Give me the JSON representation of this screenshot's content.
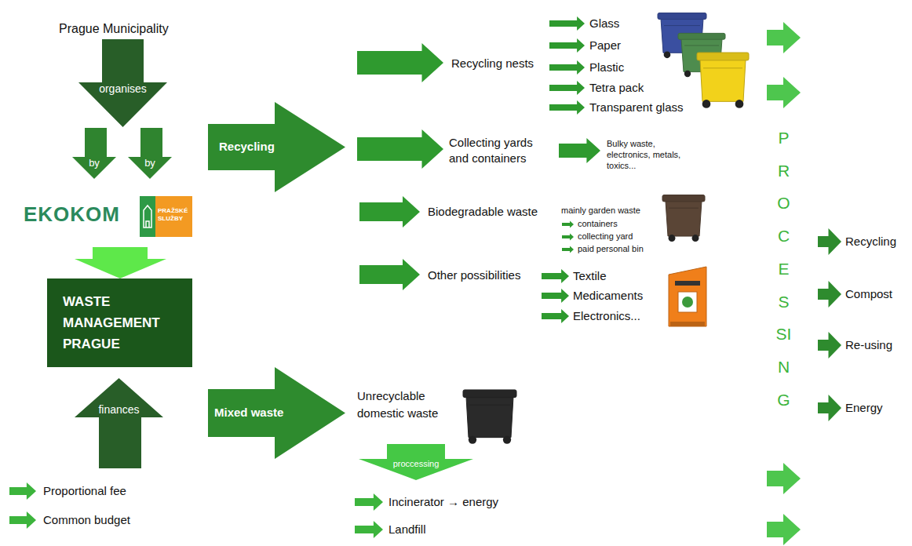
{
  "diagram": {
    "nodes": [
      {
        "text": [
          "organises"
        ]
      },
      {
        "text": [
          "by"
        ]
      },
      {
        "text": [
          "by"
        ]
      },
      {
        "text": [
          "PRAŽSKÉ SLUŽBY"
        ]
      },
      {
        "text": [
          "WASTE MANAGEMENT PRAGUE"
        ]
      },
      {
        "text": [
          "finances"
        ]
      },
      {
        "text": [
          "Recycling"
        ]
      },
      {
        "text": [
          "Mixed waste"
        ]
      },
      {
        "text": [
          "proccessing"
        ]
      }
    ],
    "labels": [
      "Prague Municipality",
      "EKOKOM",
      "Proportional fee",
      "Common budget",
      "Recycling nests",
      "Glass",
      "Paper",
      "Plastic",
      "Tetra pack",
      "Transparent glass",
      "Collecting yards and containers",
      "Bulky waste, electronics, metals, toxics...",
      "Biodegradable waste",
      "mainly garden waste",
      "containers",
      "collecting yard",
      "paid personal bin",
      "Other possibilities",
      "Textile",
      "Medicaments",
      "Electronics...",
      "Unrecyclable domestic waste",
      "Incinerator → energy",
      "Landfill",
      "PROCESSING",
      "Recycling",
      "Compost",
      "Re-using",
      "Energy"
    ]
  }
}
